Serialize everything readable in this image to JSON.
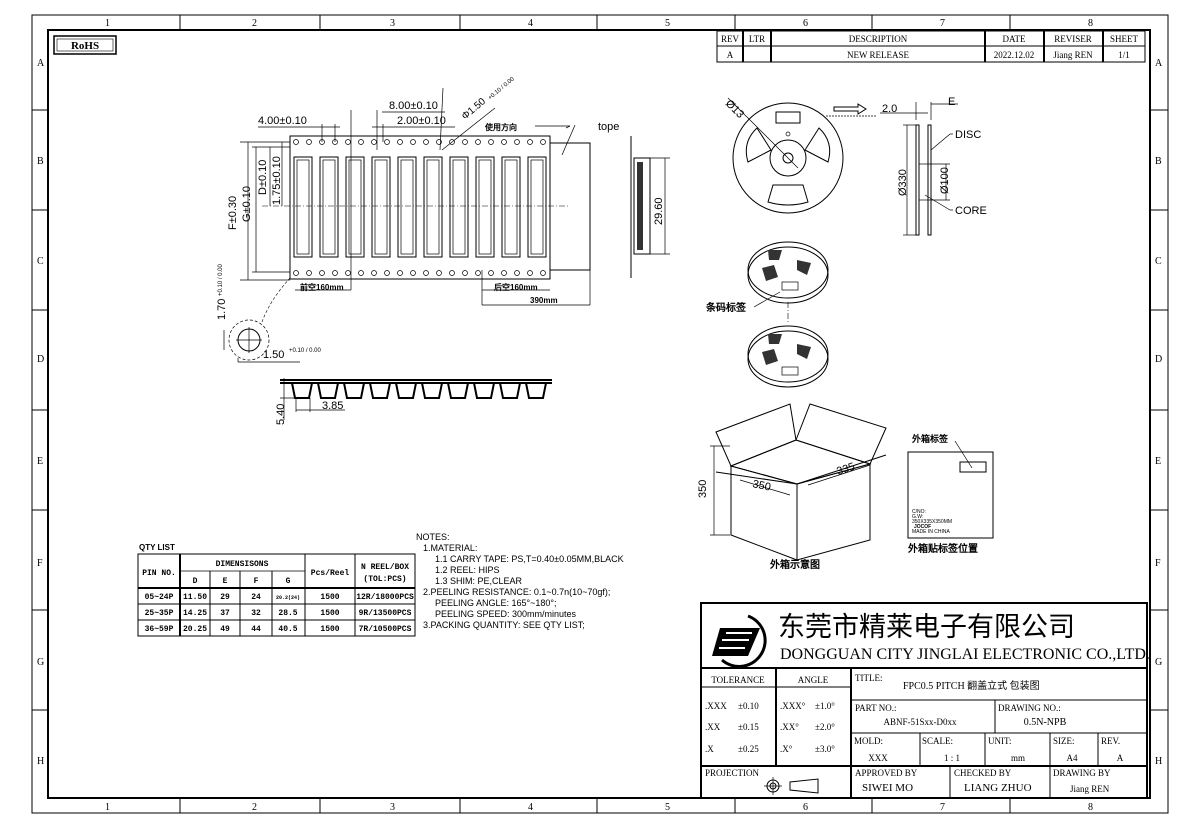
{
  "frame": {
    "columns": [
      "1",
      "2",
      "3",
      "4",
      "5",
      "6",
      "7",
      "8"
    ],
    "rows": [
      "A",
      "B",
      "C",
      "D",
      "E",
      "F",
      "G",
      "H"
    ],
    "rohs_badge": "RoHS"
  },
  "revision_table": {
    "headers": [
      "REV",
      "LTR",
      "DESCRIPTION",
      "DATE",
      "REVISER",
      "SHEET"
    ],
    "row": [
      "A",
      "",
      "NEW RELEASE",
      "2022.12.02",
      "Jiang REN",
      "1/1"
    ]
  },
  "tape_drawing": {
    "dim_pitch_hole": "4.00±0.10",
    "dim_pitch_pocket": "8.00±0.10",
    "dim_hole_offset": "2.00±0.10",
    "dim_hole_dia": "Φ1.50",
    "dim_hole_dia_tol": "+0.10 / 0.00",
    "direction_label": "使用方向",
    "tape_label": "tope",
    "dim_f": "F±0.30",
    "dim_g": "G±0.10",
    "dim_d": "D±0.10",
    "dim_edge": "1.75±0.10",
    "dim_side": "29.60",
    "leader_front": "前空160mm",
    "leader_back": "后空160mm",
    "leader_total": "390mm",
    "dim_hole_y": "1.70",
    "dim_hole_y_tol": "+0.10 / 0.00",
    "dim_hole_d2": "1.50",
    "dim_hole_d2_tol": "+0.10 / 0.00",
    "dim_depth": "5.40",
    "dim_pocket_w": "3.85"
  },
  "reel_drawing": {
    "dim_hub": "Ø13",
    "dim_gap": "2.0",
    "dim_e": "E",
    "disc_label": "DISC",
    "core_label": "CORE",
    "dim_reel": "Ø330",
    "dim_core": "Ø100",
    "barcode_label": "条码标签"
  },
  "box_drawing": {
    "dim_h": "350",
    "dim_w": "350",
    "dim_d": "335",
    "caption": "外箱示意图",
    "label_caption": "外箱标签",
    "label_position_caption": "外箱贴标签位置",
    "label_lines": [
      "C/NO:",
      "G.W:",
      "350X335X350MM",
      "JOCOF",
      "MADE IN CHINA"
    ]
  },
  "qty_list": {
    "title": "QTY LIST",
    "headers": {
      "pin": "PIN NO.",
      "dimensions": "DIMENSISONS",
      "pcs": "Pcs/Reel",
      "box1": "N REEL/BOX",
      "box2": "(TOL:PCS)"
    },
    "sub_headers": [
      "D",
      "E",
      "F",
      "G"
    ],
    "rows": [
      [
        "05~24P",
        "11.50",
        "29",
        "24",
        "20.2(24)",
        "1500",
        "12R/18000PCS"
      ],
      [
        "25~35P",
        "14.25",
        "37",
        "32",
        "28.5",
        "1500",
        "9R/13500PCS"
      ],
      [
        "36~59P",
        "20.25",
        "49",
        "44",
        "40.5",
        "1500",
        "7R/10500PCS"
      ]
    ]
  },
  "notes": {
    "title": "NOTES:",
    "lines": [
      "1.MATERIAL:",
      "1.1  CARRY  TAPE: PS,T=0.40±0.05MM,BLACK",
      "1.2  REEL: HIPS",
      "1.3  SHIM: PE,CLEAR",
      "2.PEELING  RESISTANCE: 0.1~0.7n(10~70gf);",
      "PEELING  ANGLE: 165°~180°;",
      "PEELING  SPEED: 300mm/minutes",
      "3.PACKING  QUANTITY: SEE  QTY  LIST;"
    ]
  },
  "title_block": {
    "company_cn": "东莞市精莱电子有限公司",
    "company_en": "DONGGUAN CITY JINGLAI ELECTRONIC CO.,LTD.",
    "tolerance_label": "TOLERANCE",
    "angle_label": "ANGLE",
    "tolerances": [
      [
        ".XXX",
        "±0.10",
        ".XXX°",
        "±1.0°"
      ],
      [
        ".XX",
        "±0.15",
        ".XX°",
        "±2.0°"
      ],
      [
        ".X",
        "±0.25",
        ".X°",
        "±3.0°"
      ]
    ],
    "title_label": "TITLE:",
    "title_value": "FPC0.5 PITCH 翻盖立式 包装图",
    "part_no_label": "PART NO.:",
    "part_no_value": "ABNF-51Sxx-D0xx",
    "drawing_no_label": "DRAWING NO.:",
    "drawing_no_value": "0.5N-NPB",
    "mold_label": "MOLD:",
    "mold_value": "XXX",
    "scale_label": "SCALE:",
    "scale_value": "1 : 1",
    "unit_label": "UNIT:",
    "unit_value": "mm",
    "size_label": "SIZE:",
    "size_value": "A4",
    "rev_label": "REV.",
    "rev_value": "A",
    "projection_label": "PROJECTION",
    "approved_label": "APPROVED BY",
    "approved_value": "SIWEI MO",
    "checked_label": "CHECKED BY",
    "checked_value": "LIANG ZHUO",
    "drawn_label": "DRAWING BY",
    "drawn_value": "Jiang REN"
  }
}
